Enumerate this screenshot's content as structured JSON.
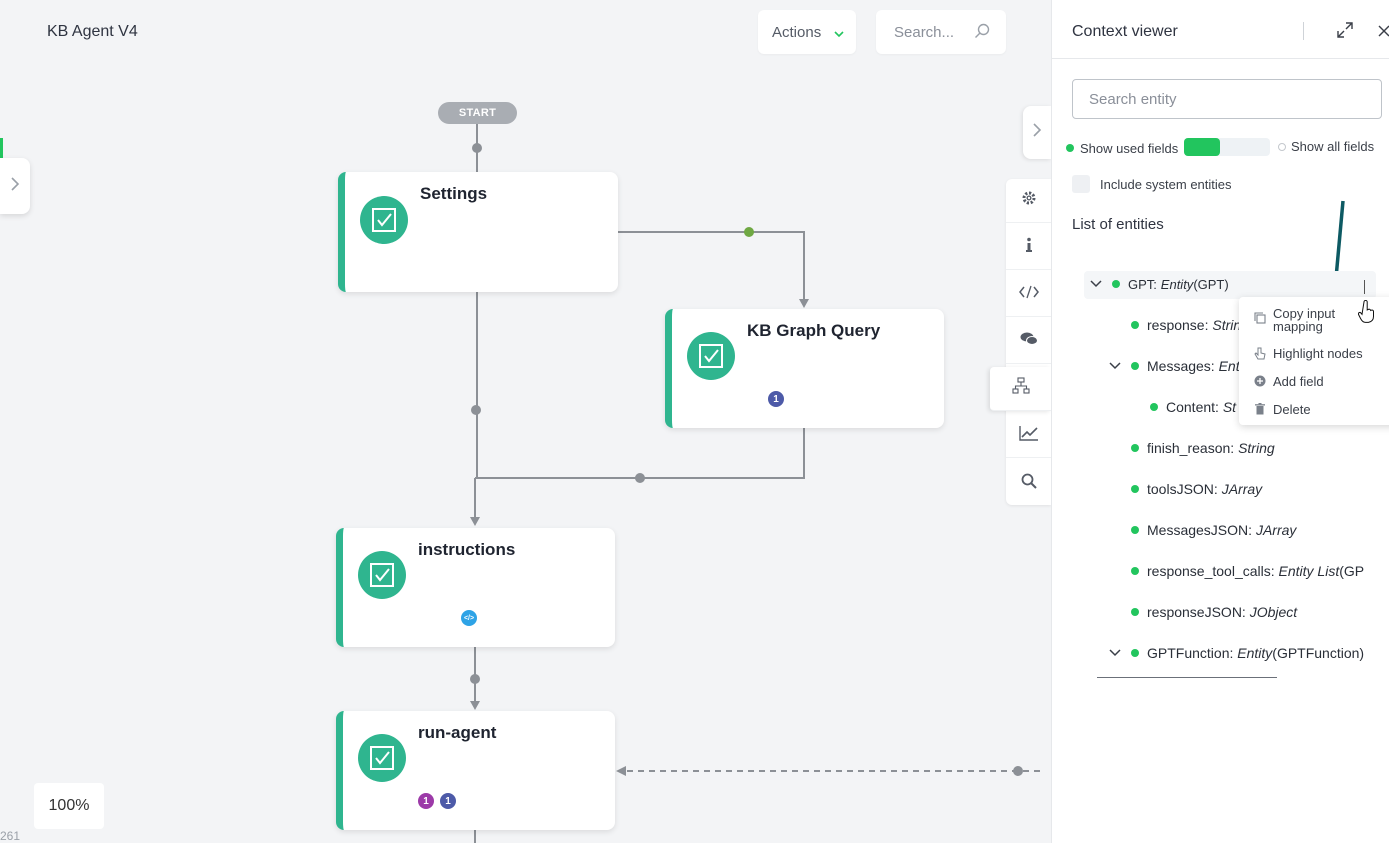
{
  "header": {
    "title": "KB Agent V4",
    "actions_label": "Actions",
    "search_placeholder": "Search..."
  },
  "canvas": {
    "start_label": "START",
    "zoom": "100%",
    "corner_number": "261",
    "nodes": [
      {
        "title": "Settings",
        "badges": []
      },
      {
        "title": "KB Graph Query",
        "badges": [
          {
            "text": "1",
            "color": "#4d5aa8"
          }
        ]
      },
      {
        "title": "instructions",
        "badges": [
          {
            "text": "</>",
            "color": "#2ea3e6"
          }
        ]
      },
      {
        "title": "run-agent",
        "badges": [
          {
            "text": "1",
            "color": "#9c3aa8"
          },
          {
            "text": "1",
            "color": "#4d5aa8"
          }
        ]
      }
    ],
    "accent": "#2fb58f",
    "toolbar": [
      "gear-icon",
      "info-icon",
      "code-icon",
      "chat-icon",
      "hierarchy-icon",
      "chart-icon",
      "search-icon"
    ]
  },
  "panel": {
    "title": "Context viewer",
    "search_placeholder": "Search entity",
    "show_used_fields": "Show used fields",
    "show_all_fields": "Show all fields",
    "include_system_entities": "Include system entities",
    "list_label": "List of entities",
    "entities": [
      {
        "name": "GPT:",
        "type": "Entity",
        "suffix": "(GPT)"
      },
      {
        "name": "response:",
        "type": "Strin",
        "suffix": ""
      },
      {
        "name": "Messages:",
        "type": "Ent",
        "suffix": ""
      },
      {
        "name": "Content:",
        "type": "St",
        "suffix": ""
      },
      {
        "name": "finish_reason:",
        "type": "String",
        "suffix": ""
      },
      {
        "name": "toolsJSON:",
        "type": "JArray",
        "suffix": ""
      },
      {
        "name": "MessagesJSON:",
        "type": "JArray",
        "suffix": ""
      },
      {
        "name": "response_tool_calls:",
        "type": "Entity List",
        "suffix": "(GP"
      },
      {
        "name": "responseJSON:",
        "type": "JObject",
        "suffix": ""
      },
      {
        "name": "GPTFunction:",
        "type": "Entity",
        "suffix": "(GPTFunction)"
      }
    ],
    "context_menu": {
      "copy_input_mapping": "Copy input mapping",
      "highlight_nodes": "Highlight nodes",
      "add_field": "Add field",
      "delete": "Delete"
    },
    "accent": "#22c55e"
  }
}
